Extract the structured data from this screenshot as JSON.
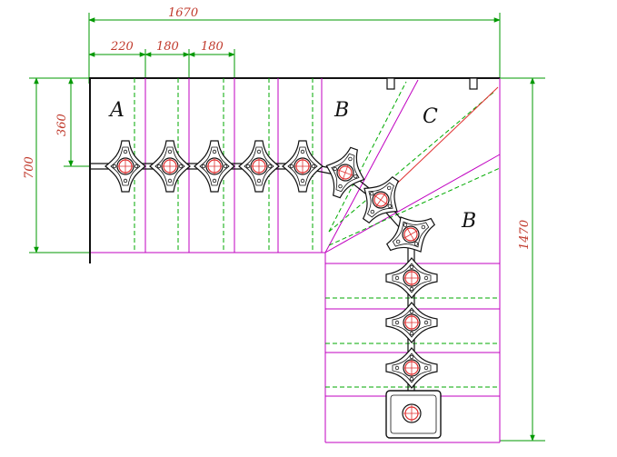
{
  "drawing": {
    "dimensions": {
      "overall_width": "1670",
      "tread_first": "220",
      "tread_second": "180",
      "tread_third": "180",
      "offset_top": "360",
      "height_left": "700",
      "height_right": "1470"
    },
    "zones": {
      "a": "A",
      "b_top": "B",
      "c": "C",
      "b_right": "B"
    }
  },
  "colors": {
    "outline": "#111111",
    "treads": "#c000c0",
    "hidden": "#00aa00",
    "dimension": "#009900",
    "dimension_text": "#c0392b",
    "center_line": "#e03030"
  }
}
